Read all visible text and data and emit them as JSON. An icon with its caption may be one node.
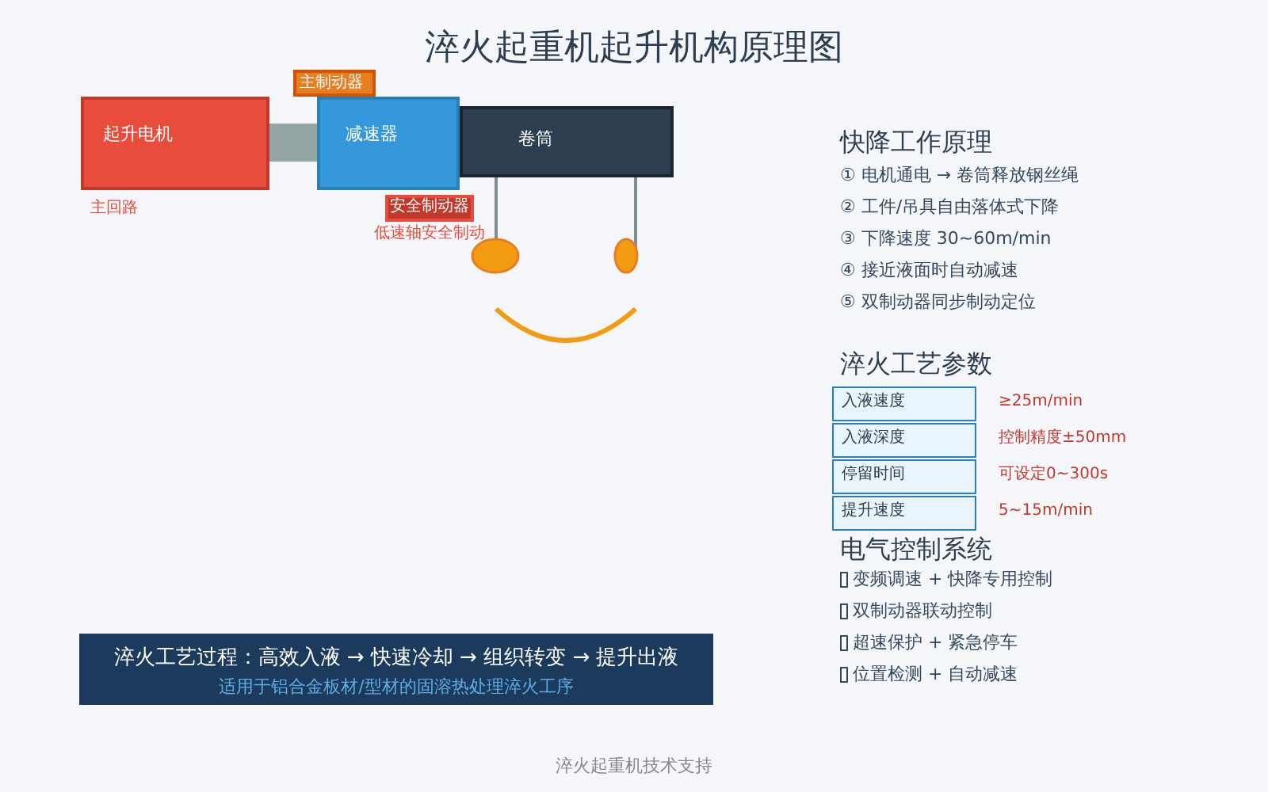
{
  "diagram": {
    "title": "淬火起重机起升机构原理图",
    "nodes": [
      {
        "text": [
          "起升电机"
        ],
        "beside": [
          "主回路"
        ]
      },
      {
        "text": [],
        "shape": "bar"
      },
      {
        "text": [
          "主制动器"
        ]
      },
      {
        "text": [
          "减速器"
        ]
      },
      {
        "text": [
          "卷筒"
        ]
      },
      {
        "text": [
          "安全制动器"
        ],
        "beside": [
          "低速轴安全制动"
        ]
      },
      {
        "text": [],
        "shape": "circle"
      },
      {
        "text": [],
        "shape": "circle"
      },
      {
        "text": [
          "淬火工艺过程：高效入液 → 快速冷却 → 组织转变 → 提升出液",
          "适用于铝合金板材/型材的固溶热处理淬火工序"
        ]
      }
    ],
    "edges": [
      {
        "from": 4,
        "to": 6,
        "arrow": "none"
      },
      {
        "from": 4,
        "to": 7,
        "arrow": "none"
      }
    ],
    "labels": [
      "快降工作原理",
      "① 电机通电 → 卷筒释放钢丝绳",
      "② 工件/吊具自由落体式下降",
      "③ 下降速度 30~60m/min",
      "④ 接近液面时自动减速",
      "⑤ 双制动器同步制动定位",
      "淬火工艺参数",
      "入液速度",
      "≥25m/min",
      "入液深度",
      "控制精度±50mm",
      "停留时间",
      "可设定0~300s",
      "提升速度",
      "5~15m/min",
      "电气控制系统",
      "变频调速 + 快降专用控制",
      "双制动器联动控制",
      "超速保护 + 紧急停车",
      "位置检测 + 自动减速",
      "淬火起重机技术支持"
    ]
  }
}
